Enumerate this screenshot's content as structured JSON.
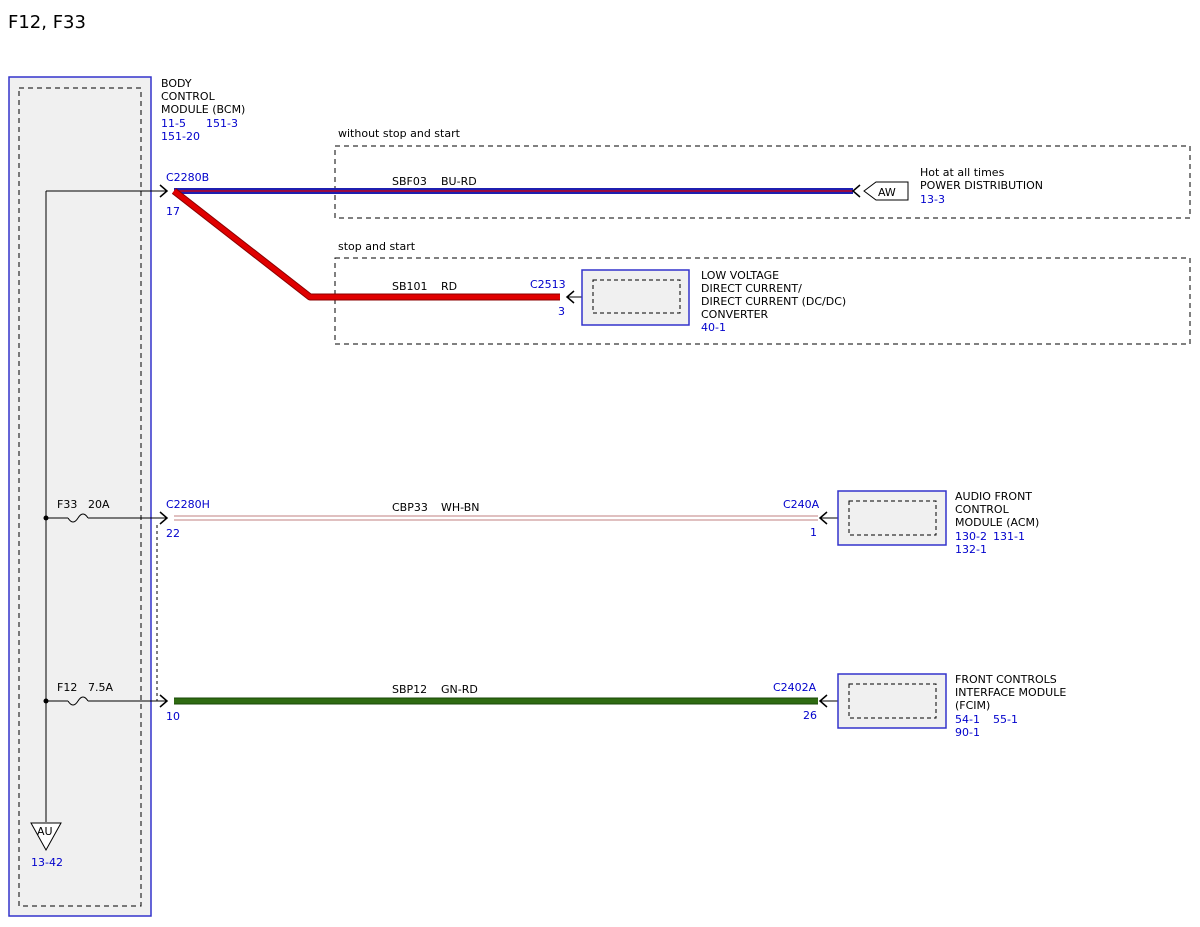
{
  "title": "F12, F33",
  "colors": {
    "ref": "#0000cc",
    "bu_rd_blue": "#1f1fb0",
    "bu_rd_red": "#e00000",
    "rd": "#e00000",
    "wh_bn": "#a06060",
    "gn_rd": "#2f6b12",
    "box_fill": "#f0f0f0"
  },
  "bcm": {
    "name_lines": [
      "BODY",
      "CONTROL",
      "MODULE (BCM)"
    ],
    "refs": [
      "11-5",
      "151-3",
      "151-20"
    ]
  },
  "section_without": "without stop and start",
  "section_with": "stop and start",
  "c2280b": {
    "connector": "C2280B",
    "pin": "17"
  },
  "sbf03": {
    "circuit": "SBF03",
    "color": "BU-RD"
  },
  "aw": {
    "badge": "AW",
    "lines": [
      "Hot at all times",
      "POWER DISTRIBUTION"
    ],
    "ref": "13-3"
  },
  "sb101": {
    "circuit": "SB101",
    "color": "RD"
  },
  "c2513": {
    "connector": "C2513",
    "pin": "3"
  },
  "dcdc": {
    "name_lines": [
      "LOW VOLTAGE",
      "DIRECT CURRENT/",
      "DIRECT CURRENT (DC/DC)",
      "CONVERTER"
    ],
    "ref": "40-1"
  },
  "f33": {
    "fuse": "F33",
    "rating": "20A"
  },
  "c2280h": {
    "connector": "C2280H",
    "pin": "22"
  },
  "cbp33": {
    "circuit": "CBP33",
    "color": "WH-BN"
  },
  "c240a": {
    "connector": "C240A",
    "pin": "1"
  },
  "acm": {
    "name_lines": [
      "AUDIO FRONT",
      "CONTROL",
      "MODULE (ACM)"
    ],
    "refs": [
      "130-2",
      "131-1",
      "132-1"
    ]
  },
  "f12": {
    "fuse": "F12",
    "rating": "7.5A"
  },
  "c2280x": {
    "pin": "10"
  },
  "sbp12": {
    "circuit": "SBP12",
    "color": "GN-RD"
  },
  "c2402a": {
    "connector": "C2402A",
    "pin": "26"
  },
  "fcim": {
    "name_lines": [
      "FRONT CONTROLS",
      "INTERFACE MODULE",
      "(FCIM)"
    ],
    "refs": [
      "54-1",
      "55-1",
      "90-1"
    ]
  },
  "au": {
    "badge": "AU",
    "ref": "13-42"
  }
}
